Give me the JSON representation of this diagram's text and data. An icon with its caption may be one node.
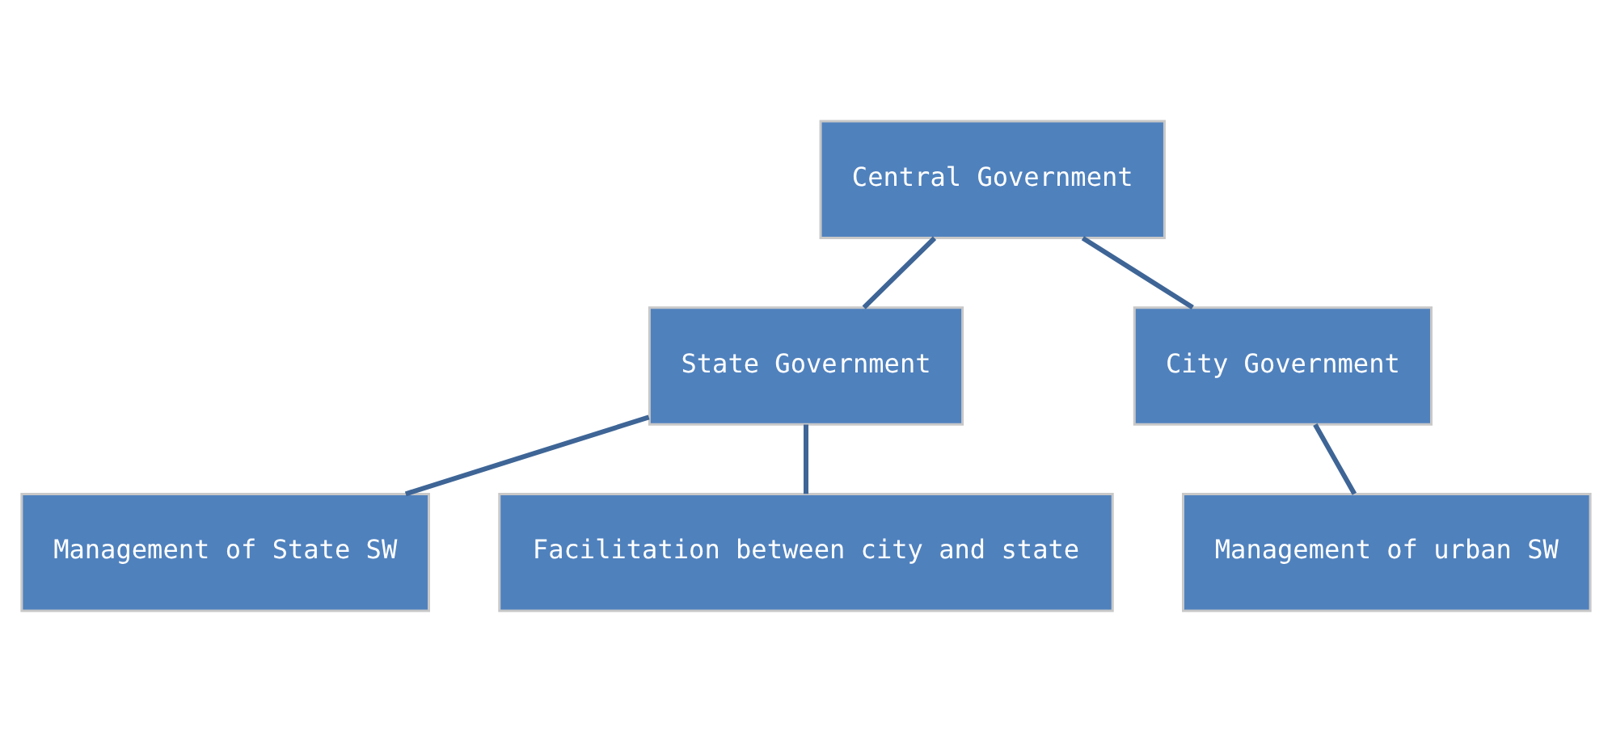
{
  "diagram": {
    "nodes": [
      {
        "text": [
          "Central Government"
        ]
      },
      {
        "text": [
          "State Government"
        ]
      },
      {
        "text": [
          "City Government"
        ]
      },
      {
        "text": [
          "Management of State SW"
        ]
      },
      {
        "text": [
          "Facilitation between city and state"
        ]
      },
      {
        "text": [
          "Management of urban SW"
        ]
      }
    ],
    "edges": [
      {
        "from": 0,
        "to": 1,
        "arrow": "none"
      },
      {
        "from": 0,
        "to": 2,
        "arrow": "none"
      },
      {
        "from": 1,
        "to": 3,
        "arrow": "none"
      },
      {
        "from": 1,
        "to": 4,
        "arrow": "none"
      },
      {
        "from": 2,
        "to": 5,
        "arrow": "none"
      }
    ]
  }
}
